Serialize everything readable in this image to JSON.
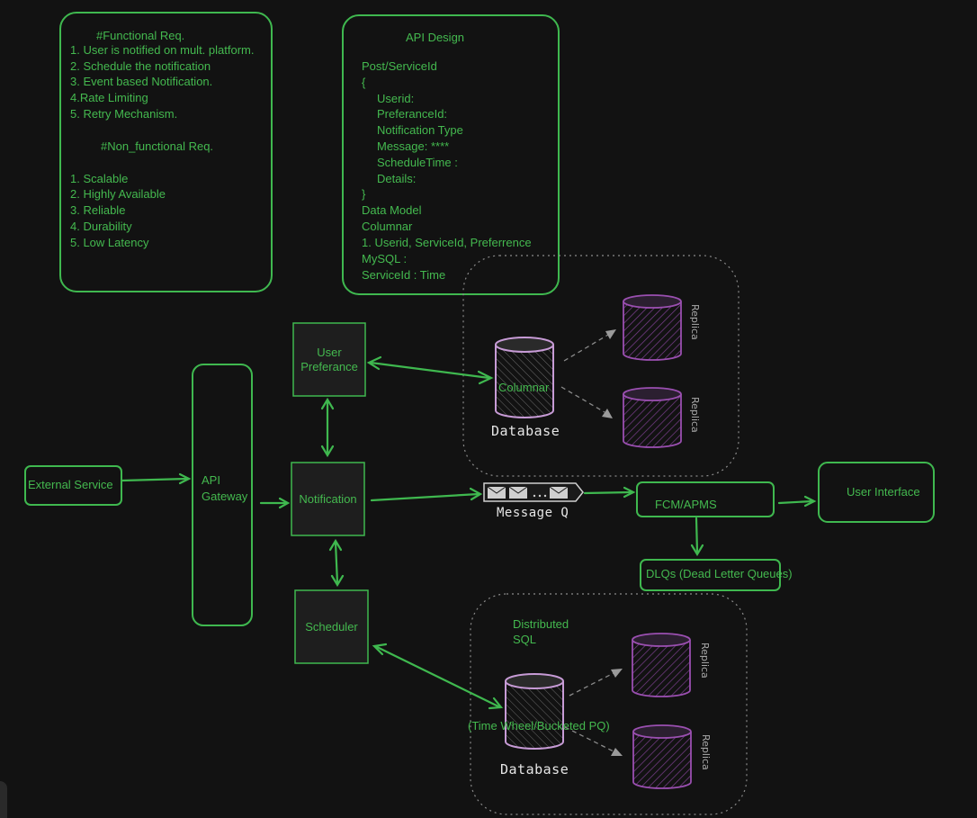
{
  "functional": {
    "title": "#Functional Req.",
    "items": [
      "1. User is notified on mult. platform.",
      "2. Schedule the notification",
      "3. Event based Notification.",
      "4.Rate Limiting",
      "5. Retry Mechanism."
    ],
    "nf_title": "#Non_functional Req.",
    "nf_items": [
      "1. Scalable",
      "2. Highly Available",
      "3. Reliable",
      "4. Durability",
      "5. Low Latency"
    ]
  },
  "api": {
    "title": "API Design",
    "lines": [
      "Post/ServiceId",
      "{",
      "Userid:",
      "PreferanceId:",
      "Notification Type",
      "Message: ****",
      "ScheduleTime :",
      "Details:",
      "}",
      "Data Model",
      "Columnar",
      "1. Userid, ServiceId, Preferrence",
      "MySQL :",
      "ServiceId : Time"
    ]
  },
  "nodes": {
    "external_service": "External Service",
    "api_gateway_1": "API",
    "api_gateway_2": "Gateway",
    "user_pref_1": "User",
    "user_pref_2": "Preferance",
    "notification": "Notification",
    "scheduler": "Scheduler",
    "message_q": "Message Q",
    "fcm": "FCM/APMS",
    "user_interface": "User Interface",
    "dlq": "DLQs (Dead Letter Queues)"
  },
  "db_top": {
    "label": "Columnar",
    "caption": "Database",
    "replica": "Replica"
  },
  "db_bottom": {
    "title_1": "Distributed",
    "title_2": "SQL",
    "label": "(Time Wheel/Bucketed PQ)",
    "caption": "Database",
    "replica": "Replica"
  },
  "colors": {
    "background": "#121212",
    "stroke_green": "#3fb84f",
    "box_fill": "#1e1e1e",
    "db_stroke": "#c79bd6",
    "replica_stroke": "#9a4fb0",
    "replica_fill": "#2b1f30",
    "dashed_border": "#8a8a8a"
  }
}
